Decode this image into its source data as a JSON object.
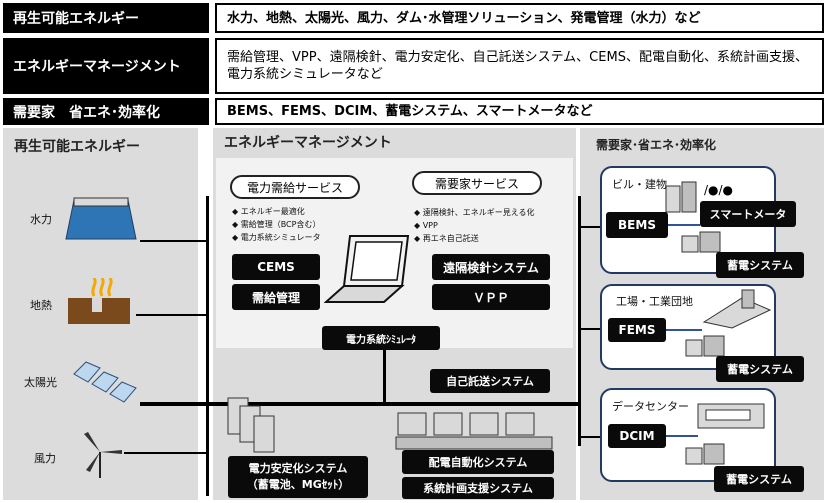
{
  "header": {
    "rows": [
      {
        "label": "再生可能エネルギー",
        "desc": "水力、地熱、太陽光、風力、ダム･水管理ソリューション、発電管理（水力）など"
      },
      {
        "label": "エネルギーマネージメント",
        "desc": "需給管理、VPP、遠隔検針、電力安定化、自己託送システム、CEMS、配電自動化、系統計画支援、電力系統シミュレータなど"
      },
      {
        "label": "需要家　省エネ･効率化",
        "desc": "BEMS、FEMS、DCIM、蓄電システム、スマートメータなど"
      }
    ]
  },
  "left": {
    "title": "再生可能エネルギー",
    "items": [
      "水力",
      "地熱",
      "太陽光",
      "風力"
    ]
  },
  "middle": {
    "title": "エネルギーマネージメント",
    "supply_pill": "電力需給サービス",
    "supply_bullets": [
      "◆ エネルギー最適化",
      "◆ 需給管理（BCP含む）",
      "◆ 電力系統シミュレータ"
    ],
    "consumer_pill": "需要家サービス",
    "consumer_bullets": [
      "◆ 遠隔検針、エネルギー見える化",
      "◆ VPP",
      "◆ 再エネ自己託送"
    ],
    "cems": "CEMS",
    "supply_mgmt": "需給管理",
    "remote": "遠隔検針システム",
    "vpp": "ＶＰＰ",
    "simulator": "電力系統ｼﾐｭﾚｰﾀ",
    "self_wheeling": "自己託送システム",
    "stabilization": "電力安定化システム\n（蓄電池、MGｾｯﾄ）",
    "distribution": "配電自動化システム",
    "planning": "系統計画支援システム"
  },
  "right": {
    "title": "需要家･省エネ･効率化",
    "building": {
      "title": "ビル・建物",
      "box": "BEMS",
      "meter": "スマートメータ",
      "storage": "蓄電システム"
    },
    "factory": {
      "title": "工場・工業団地",
      "box": "FEMS",
      "storage": "蓄電システム"
    },
    "datacenter": {
      "title": "データセンター",
      "box": "DCIM",
      "storage": "蓄電システム"
    }
  },
  "colors": {
    "panel": "#dcdcdc",
    "line": "#000000",
    "accent_line": "#2f5597"
  }
}
